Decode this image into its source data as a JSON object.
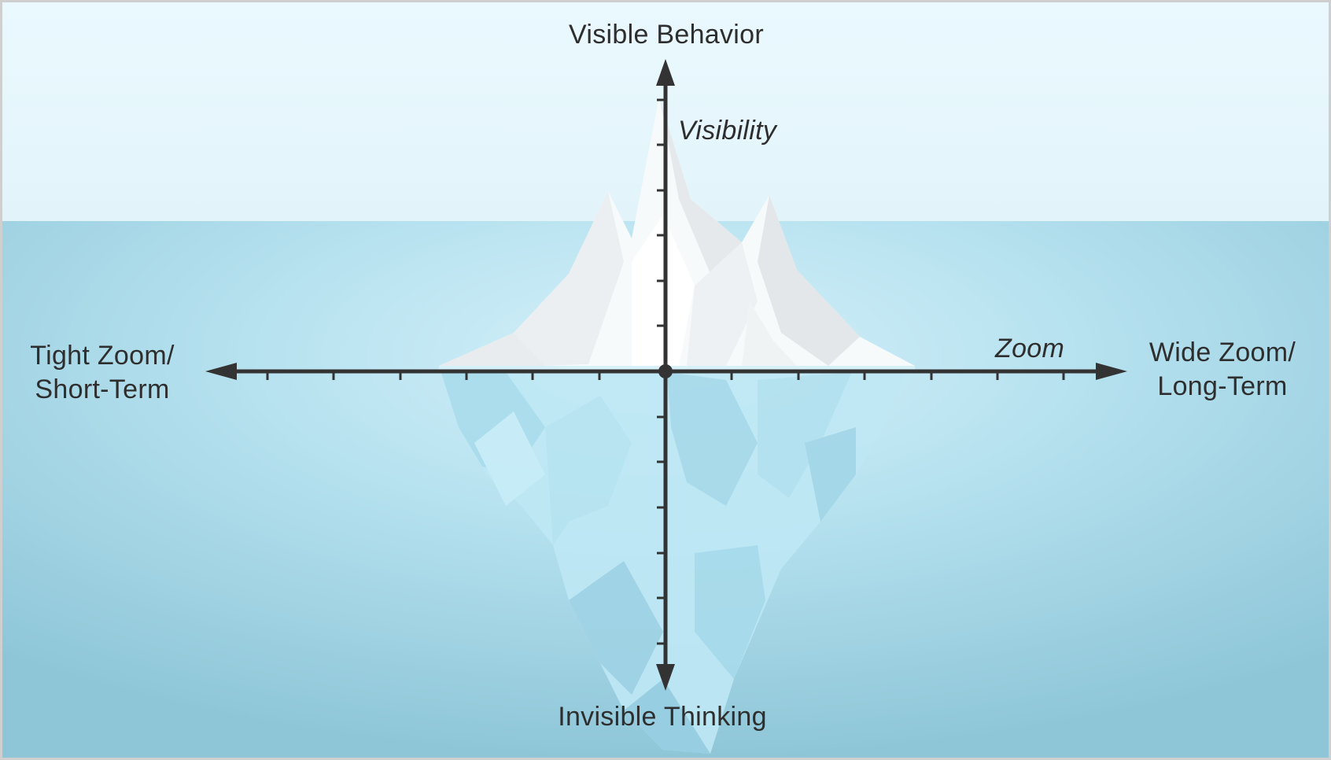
{
  "diagram": {
    "axis_top_label": "Visible Behavior",
    "axis_bottom_label": "Invisible Thinking",
    "axis_left_label": [
      "Tight Zoom/",
      "Short-Term"
    ],
    "axis_right_label": [
      "Wide Zoom/",
      "Long-Term"
    ],
    "vertical_axis_name": "Visibility",
    "horizontal_axis_name": "Zoom"
  },
  "colors": {
    "sky_top": "#eaf8fd",
    "sky_bottom": "#e3f5fb",
    "water_light": "#cdeef7",
    "water_dark": "#8fc7d9",
    "axis": "#333333",
    "text": "#2e2e2e"
  }
}
